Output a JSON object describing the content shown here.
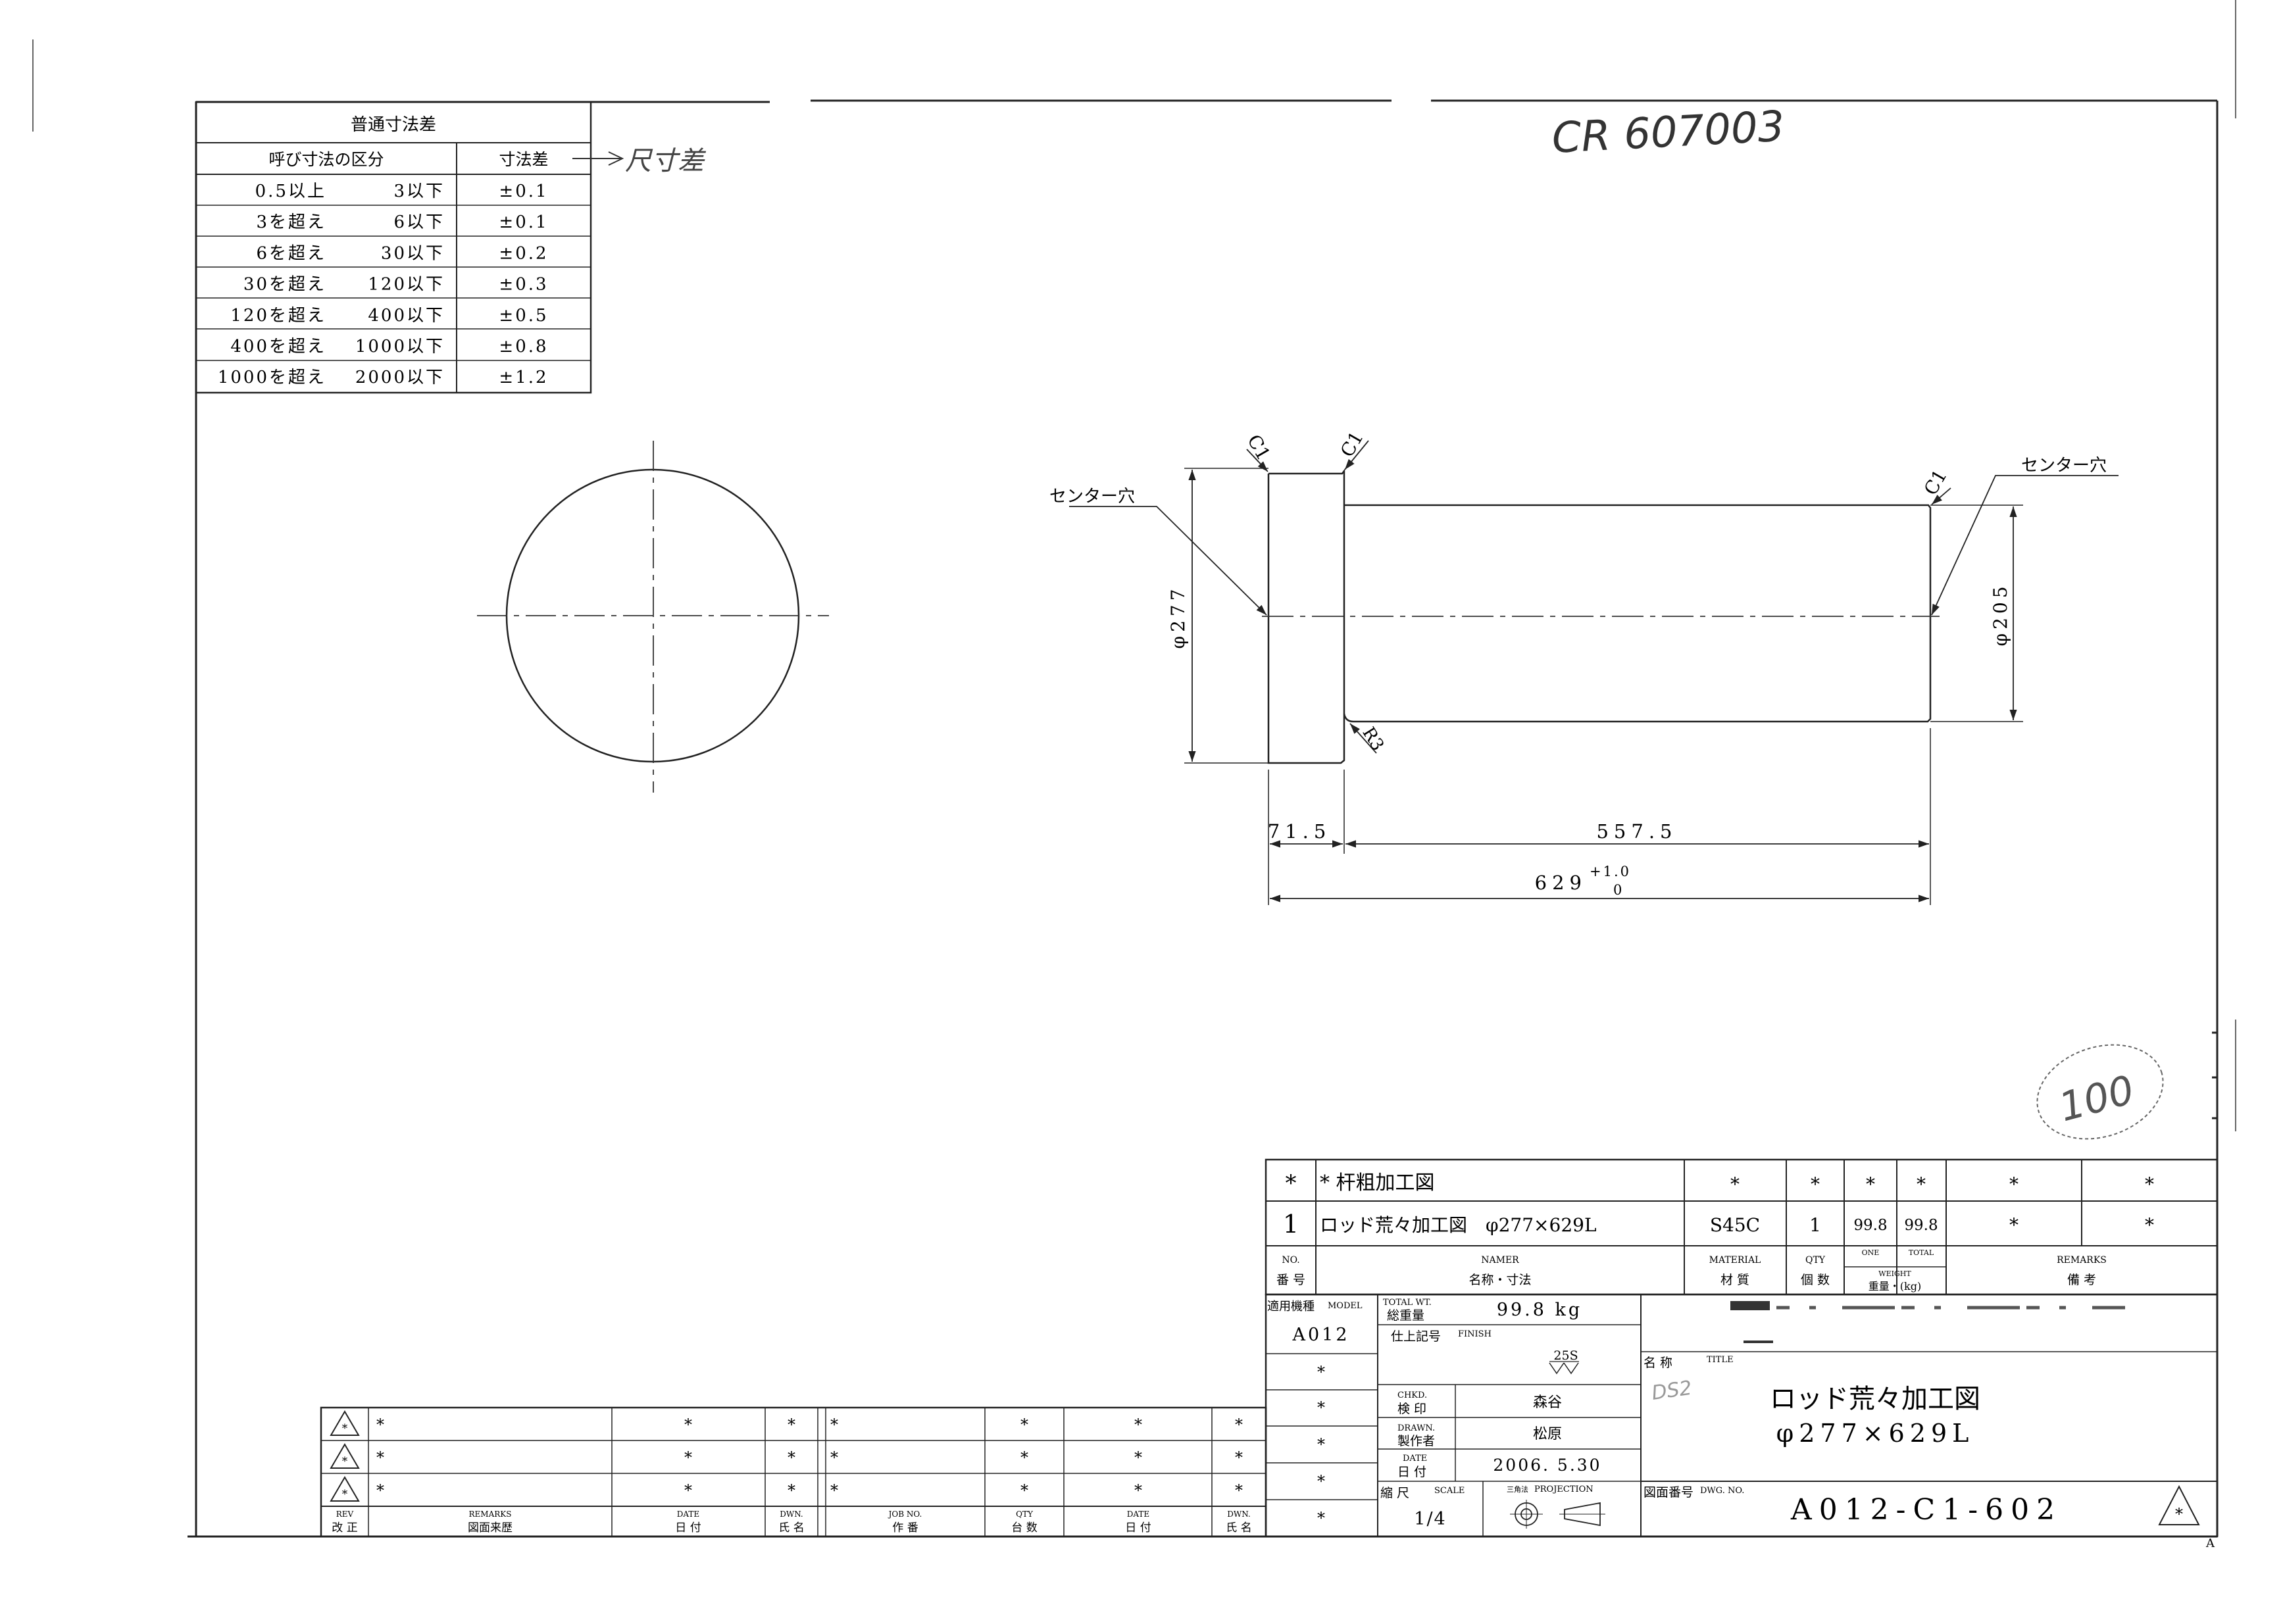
{
  "tolerance_table": {
    "title": "普通寸法差",
    "header_range": "呼び寸法の区分",
    "header_tol": "寸法差",
    "rows": [
      {
        "from": "0.5以上",
        "to": "3以下",
        "tol": "±0.1"
      },
      {
        "from": "3を超え",
        "to": "6以下",
        "tol": "±0.1"
      },
      {
        "from": "6を超え",
        "to": "30以下",
        "tol": "±0.2"
      },
      {
        "from": "30を超え",
        "to": "120以下",
        "tol": "±0.3"
      },
      {
        "from": "120を超え",
        "to": "400以下",
        "tol": "±0.5"
      },
      {
        "from": "400を超え",
        "to": "1000以下",
        "tol": "±0.8"
      },
      {
        "from": "1000を超え",
        "to": "2000以下",
        "tol": "±1.2"
      }
    ],
    "handwritten_note": "尺寸差"
  },
  "handwritten_code": "CR 607003",
  "handwritten_circle": "100",
  "handwritten_mark": "DS2",
  "dims": {
    "c1_a": "C1",
    "c1_b": "C1",
    "c1_c": "C1",
    "center_hole_left": "センター穴",
    "center_hole_right": "センター穴",
    "dia_277": "φ277",
    "dia_205": "φ205",
    "r3": "R3",
    "len_71_5": "71.5",
    "len_557_5": "557.5",
    "len_629": "629",
    "tol_plus": "+1.0",
    "tol_minus": "0"
  },
  "parts_list": {
    "row_star": {
      "no": "*",
      "name": "* 杆粗加工図",
      "material": "*",
      "qty": "*",
      "wt1": "*",
      "wt2": "*",
      "rem1": "*",
      "rem2": "*"
    },
    "row_1": {
      "no": "1",
      "name": "ロッド荒々加工図　φ277×629L",
      "material": "S45C",
      "qty": "1",
      "wt1": "99.8",
      "wt2": "99.8",
      "rem1": "*",
      "rem2": "*"
    },
    "hdr_no_en": "NO.",
    "hdr_no_jp": "番 号",
    "hdr_name_en": "NAMER",
    "hdr_name_jp": "名称・寸法",
    "hdr_mat_en": "MATERIAL",
    "hdr_mat_jp": "材 質",
    "hdr_qty_en": "QTY",
    "hdr_qty_jp": "個 数",
    "hdr_one": "ONE",
    "hdr_total": "TOTAL",
    "hdr_weight_en": "WEIGHT",
    "hdr_weight_jp": "重量・(kg)",
    "hdr_rem_en": "REMARKS",
    "hdr_rem_jp": "備 考"
  },
  "title_block": {
    "model_label_jp": "適用機種",
    "model_label_en": "MODEL",
    "model": "A012",
    "total_wt_en": "TOTAL WT.",
    "total_wt_jp": "総重量",
    "total_wt": "99.8 kg",
    "finish_jp": "仕上記号",
    "finish_en": "FINISH",
    "finish_symbol": "25S",
    "chkd_en": "CHKD.",
    "chkd_jp": "検 印",
    "checker": "森谷",
    "drawn_en": "DRAWN.",
    "drawn_jp": "製作者",
    "drawer": "松原",
    "date_en": "DATE",
    "date_jp": "日 付",
    "date": "2006. 5.30",
    "scale_jp": "縮 尺",
    "scale_en": "SCALE",
    "scale": "1/4",
    "proj_jp": "三角法",
    "proj_en": "PROJECTION",
    "title_jp": "名 称",
    "title_en": "TITLE",
    "title_line1": "ロッド荒々加工図",
    "title_line2": "φ277×629L",
    "dwg_jp": "図面番号",
    "dwg_en": "DWG. NO.",
    "dwg_no": "A012-C1-602",
    "star": "*"
  },
  "revision_block": {
    "rows": [
      {
        "remarks": "*",
        "date": "*",
        "dwn": "*",
        "job": "*",
        "qty": "*",
        "date2": "*",
        "dwn2": "*"
      },
      {
        "remarks": "*",
        "date": "*",
        "dwn": "*",
        "job": "*",
        "qty": "*",
        "date2": "*",
        "dwn2": "*"
      },
      {
        "remarks": "*",
        "date": "*",
        "dwn": "*",
        "job": "*",
        "qty": "*",
        "date2": "*",
        "dwn2": "*"
      }
    ],
    "rev_en": "REV",
    "rev_jp": "改 正",
    "remarks_en": "REMARKS",
    "remarks_jp": "図面来歴",
    "date_en": "DATE",
    "date_jp": "日 付",
    "dwn_en": "DWN.",
    "dwn_jp": "氏 名",
    "job_en": "JOB NO.",
    "job_jp": "作 番",
    "qty_en": "QTY",
    "qty_jp": "台 数"
  },
  "corner_mark": "A"
}
